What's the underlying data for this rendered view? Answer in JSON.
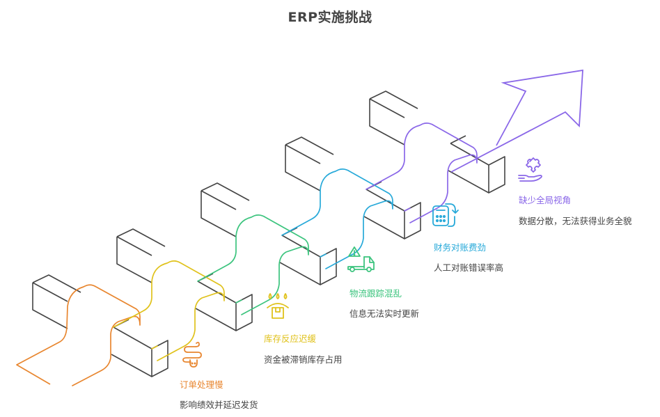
{
  "title": "ERP实施挑战",
  "steps": [
    {
      "label": "订单处理慢",
      "description": "影响绩效并延迟发货",
      "icon": "snake-icon",
      "color": "#e8862f"
    },
    {
      "label": "库存反应迟缓",
      "description": "资金被滞销库存占用",
      "icon": "box-rain-icon",
      "color": "#e0c21c"
    },
    {
      "label": "物流跟踪混乱",
      "description": "信息无法实时更新",
      "icon": "truck-warning-icon",
      "color": "#3cc47e"
    },
    {
      "label": "财务对账费劲",
      "description": "人工对账错误率高",
      "icon": "calculator-cycle-icon",
      "color": "#27a9d9"
    },
    {
      "label": "缺少全局视角",
      "description": "数据分散，无法获得业务全貌",
      "icon": "puzzle-hand-icon",
      "color": "#8a67e8"
    }
  ],
  "block_color": "#444444"
}
